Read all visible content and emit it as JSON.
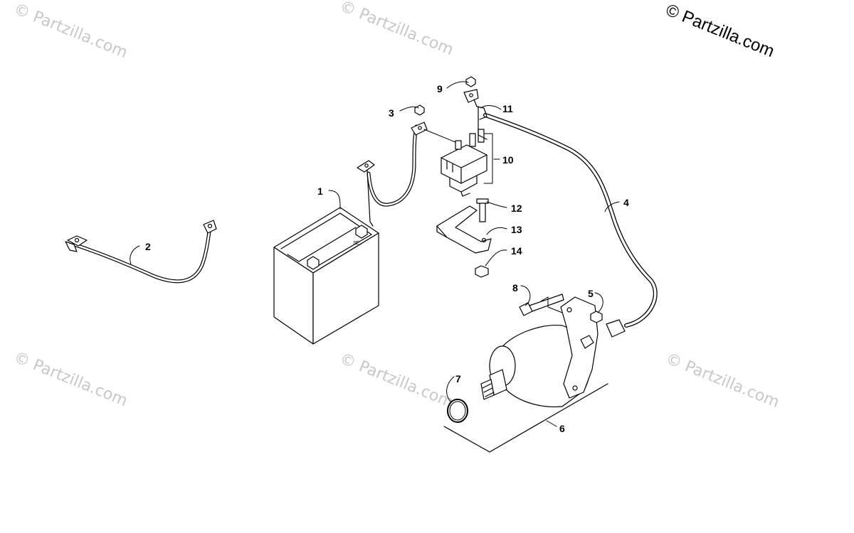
{
  "watermarks": {
    "text": "© Partzilla.com",
    "corner_text": "© Partzilla.com",
    "color": "#c8c8c8",
    "corner_color": "#000000"
  },
  "callouts": [
    {
      "id": "1",
      "part": "battery"
    },
    {
      "id": "2",
      "part": "negative-cable"
    },
    {
      "id": "3",
      "part": "nut"
    },
    {
      "id": "4",
      "part": "starter-cable"
    },
    {
      "id": "5",
      "part": "nut"
    },
    {
      "id": "6",
      "part": "starter-motor"
    },
    {
      "id": "7",
      "part": "o-ring"
    },
    {
      "id": "8",
      "part": "bolt"
    },
    {
      "id": "9",
      "part": "nut"
    },
    {
      "id": "10",
      "part": "starter-solenoid"
    },
    {
      "id": "11",
      "part": "positive-cable"
    },
    {
      "id": "12",
      "part": "screw"
    },
    {
      "id": "13",
      "part": "bracket"
    },
    {
      "id": "14",
      "part": "lock-nut"
    }
  ],
  "battery": {
    "label": "3E"
  }
}
